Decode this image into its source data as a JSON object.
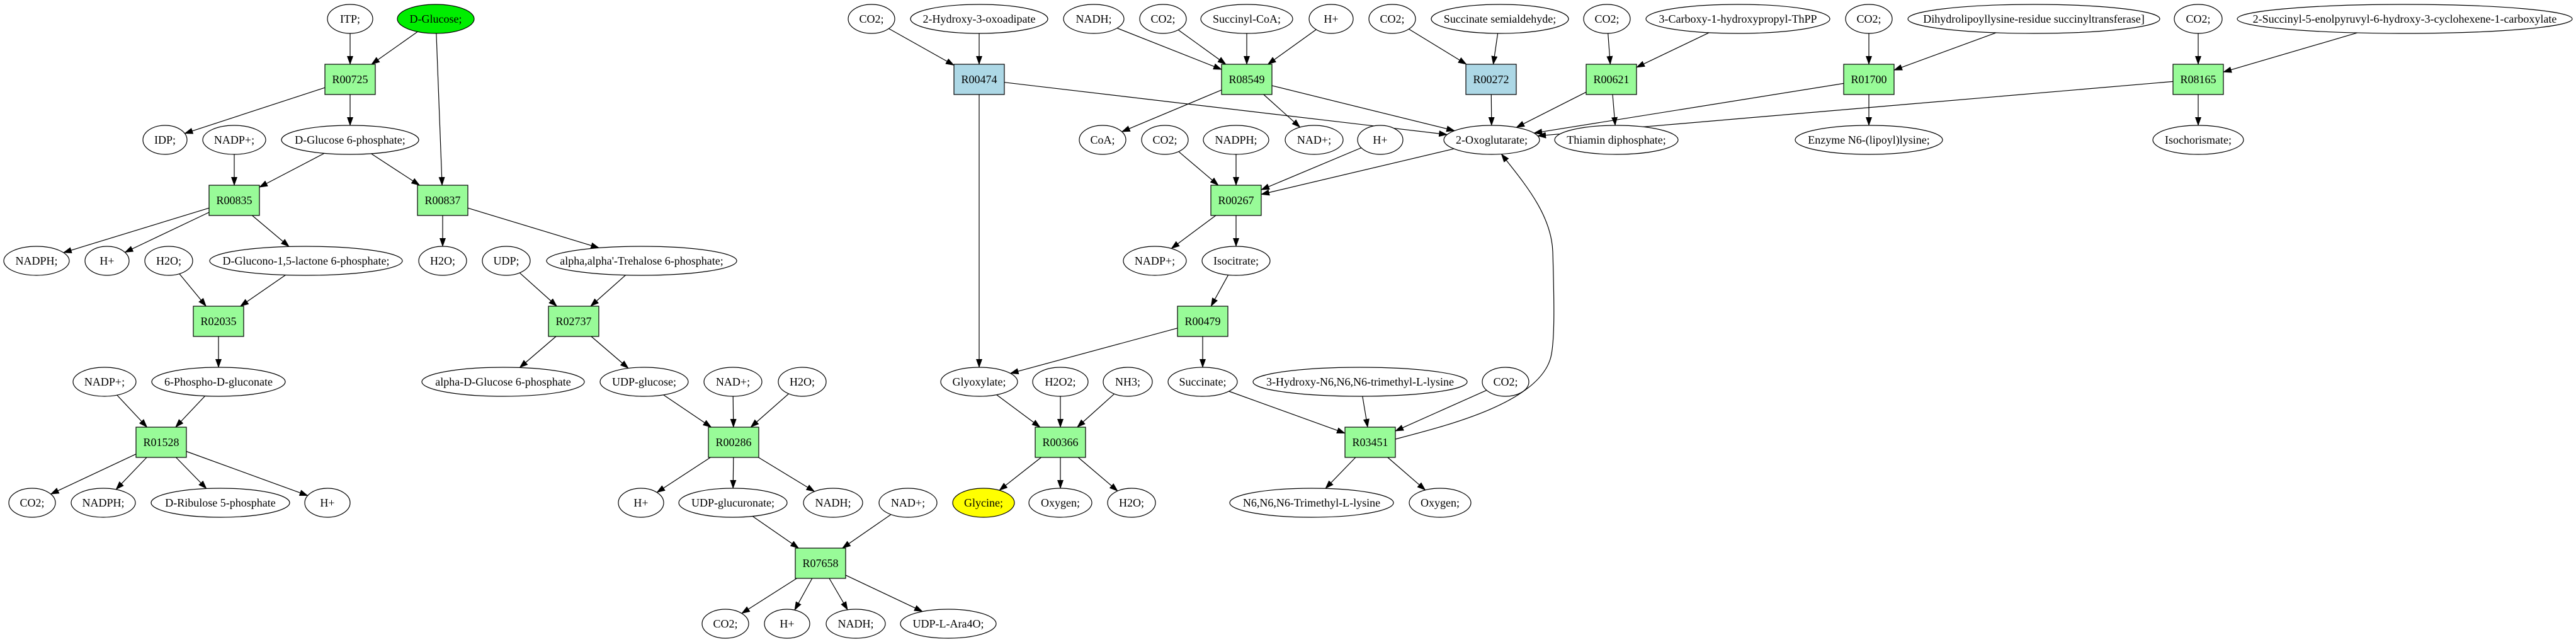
{
  "graph": {
    "type": "metabolic-reaction-network",
    "colors": {
      "reaction_default": "#98fb98",
      "reaction_highlight": "#add8e6",
      "compound_default": "#ffffff",
      "compound_source": "#00ee00",
      "compound_target": "#ffff00",
      "stroke": "#000000"
    },
    "nodes": [
      {
        "id": "c_itp",
        "label": "ITP;",
        "kind": "compound"
      },
      {
        "id": "c_dglucose",
        "label": "D-Glucose;",
        "kind": "compound",
        "role": "source"
      },
      {
        "id": "r_R00725",
        "label": "R00725",
        "kind": "reaction"
      },
      {
        "id": "c_idp",
        "label": "IDP;",
        "kind": "compound"
      },
      {
        "id": "c_nadp_1",
        "label": "NADP+;",
        "kind": "compound"
      },
      {
        "id": "c_g6p",
        "label": "D-Glucose 6-phosphate;",
        "kind": "compound"
      },
      {
        "id": "r_R00835",
        "label": "R00835",
        "kind": "reaction"
      },
      {
        "id": "r_R00837",
        "label": "R00837",
        "kind": "reaction"
      },
      {
        "id": "c_nadph_1",
        "label": "NADPH;",
        "kind": "compound"
      },
      {
        "id": "c_h_1",
        "label": "H+",
        "kind": "compound"
      },
      {
        "id": "c_h2o_1",
        "label": "H2O;",
        "kind": "compound"
      },
      {
        "id": "c_glucono",
        "label": "D-Glucono-1,5-lactone 6-phosphate;",
        "kind": "compound"
      },
      {
        "id": "c_h2o_2",
        "label": "H2O;",
        "kind": "compound"
      },
      {
        "id": "c_udp",
        "label": "UDP;",
        "kind": "compound"
      },
      {
        "id": "c_trehalose6p",
        "label": "alpha,alpha'-Trehalose 6-phosphate;",
        "kind": "compound"
      },
      {
        "id": "r_R02035",
        "label": "R02035",
        "kind": "reaction"
      },
      {
        "id": "r_R02737",
        "label": "R02737",
        "kind": "reaction"
      },
      {
        "id": "c_nadp_2",
        "label": "NADP+;",
        "kind": "compound"
      },
      {
        "id": "c_6pg",
        "label": "6-Phospho-D-gluconate",
        "kind": "compound"
      },
      {
        "id": "c_ag6p",
        "label": "alpha-D-Glucose 6-phosphate",
        "kind": "compound"
      },
      {
        "id": "c_udpglucose",
        "label": "UDP-glucose;",
        "kind": "compound"
      },
      {
        "id": "c_nad_1",
        "label": "NAD+;",
        "kind": "compound"
      },
      {
        "id": "c_h2o_3",
        "label": "H2O;",
        "kind": "compound"
      },
      {
        "id": "r_R01528",
        "label": "R01528",
        "kind": "reaction"
      },
      {
        "id": "r_R00286",
        "label": "R00286",
        "kind": "reaction"
      },
      {
        "id": "c_co2_1",
        "label": "CO2;",
        "kind": "compound"
      },
      {
        "id": "c_nadph_2",
        "label": "NADPH;",
        "kind": "compound"
      },
      {
        "id": "c_ru5p",
        "label": "D-Ribulose 5-phosphate",
        "kind": "compound"
      },
      {
        "id": "c_h_2",
        "label": "H+",
        "kind": "compound"
      },
      {
        "id": "c_h_3",
        "label": "H+",
        "kind": "compound"
      },
      {
        "id": "c_udpglcA",
        "label": "UDP-glucuronate;",
        "kind": "compound"
      },
      {
        "id": "c_nadh_1",
        "label": "NADH;",
        "kind": "compound"
      },
      {
        "id": "c_nad_2",
        "label": "NAD+;",
        "kind": "compound"
      },
      {
        "id": "r_R07658",
        "label": "R07658",
        "kind": "reaction"
      },
      {
        "id": "c_co2_2",
        "label": "CO2;",
        "kind": "compound"
      },
      {
        "id": "c_h_4",
        "label": "H+",
        "kind": "compound"
      },
      {
        "id": "c_nadh_2",
        "label": "NADH;",
        "kind": "compound"
      },
      {
        "id": "c_udplara4o",
        "label": "UDP-L-Ara4O;",
        "kind": "compound"
      },
      {
        "id": "c_co2_3",
        "label": "CO2;",
        "kind": "compound"
      },
      {
        "id": "c_hoxoadipate",
        "label": "2-Hydroxy-3-oxoadipate",
        "kind": "compound"
      },
      {
        "id": "c_nadh_3",
        "label": "NADH;",
        "kind": "compound"
      },
      {
        "id": "c_co2_4",
        "label": "CO2;",
        "kind": "compound"
      },
      {
        "id": "c_succoa",
        "label": "Succinyl-CoA;",
        "kind": "compound"
      },
      {
        "id": "c_h_5",
        "label": "H+",
        "kind": "compound"
      },
      {
        "id": "c_co2_5",
        "label": "CO2;",
        "kind": "compound"
      },
      {
        "id": "c_ssa",
        "label": "Succinate semialdehyde;",
        "kind": "compound"
      },
      {
        "id": "c_co2_6",
        "label": "CO2;",
        "kind": "compound"
      },
      {
        "id": "c_carboxythpp",
        "label": "3-Carboxy-1-hydroxypropyl-ThPP",
        "kind": "compound"
      },
      {
        "id": "c_co2_7",
        "label": "CO2;",
        "kind": "compound"
      },
      {
        "id": "c_dihydrolipoyl",
        "label": "Dihydrolipoyllysine-residue succinyltransferase]",
        "kind": "compound"
      },
      {
        "id": "c_co2_8",
        "label": "CO2;",
        "kind": "compound"
      },
      {
        "id": "c_sephchc",
        "label": "2-Succinyl-5-enolpyruvyl-6-hydroxy-3-cyclohexene-1-carboxylate",
        "kind": "compound"
      },
      {
        "id": "r_R00474",
        "label": "R00474",
        "kind": "reaction",
        "role": "highlight"
      },
      {
        "id": "r_R08549",
        "label": "R08549",
        "kind": "reaction"
      },
      {
        "id": "r_R00272",
        "label": "R00272",
        "kind": "reaction",
        "role": "highlight"
      },
      {
        "id": "r_R00621",
        "label": "R00621",
        "kind": "reaction"
      },
      {
        "id": "r_R01700",
        "label": "R01700",
        "kind": "reaction"
      },
      {
        "id": "r_R08165",
        "label": "R08165",
        "kind": "reaction"
      },
      {
        "id": "c_coa",
        "label": "CoA;",
        "kind": "compound"
      },
      {
        "id": "c_co2_9",
        "label": "CO2;",
        "kind": "compound"
      },
      {
        "id": "c_nadph_3",
        "label": "NADPH;",
        "kind": "compound"
      },
      {
        "id": "c_nad_3",
        "label": "NAD+;",
        "kind": "compound"
      },
      {
        "id": "c_h_6",
        "label": "H+",
        "kind": "compound"
      },
      {
        "id": "c_2og",
        "label": "2-Oxoglutarate;",
        "kind": "compound"
      },
      {
        "id": "c_thiamin",
        "label": "Thiamin diphosphate;",
        "kind": "compound"
      },
      {
        "id": "c_enzlipoyl",
        "label": "Enzyme N6-(lipoyl)lysine;",
        "kind": "compound"
      },
      {
        "id": "c_isochorismate",
        "label": "Isochorismate;",
        "kind": "compound"
      },
      {
        "id": "r_R00267",
        "label": "R00267",
        "kind": "reaction"
      },
      {
        "id": "c_nadp_3",
        "label": "NADP+;",
        "kind": "compound"
      },
      {
        "id": "c_isocitrate",
        "label": "Isocitrate;",
        "kind": "compound"
      },
      {
        "id": "r_R00479",
        "label": "R00479",
        "kind": "reaction"
      },
      {
        "id": "c_glyoxylate",
        "label": "Glyoxylate;",
        "kind": "compound"
      },
      {
        "id": "c_h2o2",
        "label": "H2O2;",
        "kind": "compound"
      },
      {
        "id": "c_nh3",
        "label": "NH3;",
        "kind": "compound"
      },
      {
        "id": "c_succinate",
        "label": "Succinate;",
        "kind": "compound"
      },
      {
        "id": "c_hydroxytml",
        "label": "3-Hydroxy-N6,N6,N6-trimethyl-L-lysine",
        "kind": "compound"
      },
      {
        "id": "c_co2_10",
        "label": "CO2;",
        "kind": "compound"
      },
      {
        "id": "r_R00366",
        "label": "R00366",
        "kind": "reaction"
      },
      {
        "id": "r_R03451",
        "label": "R03451",
        "kind": "reaction"
      },
      {
        "id": "c_glycine",
        "label": "Glycine;",
        "kind": "compound",
        "role": "target"
      },
      {
        "id": "c_oxygen_1",
        "label": "Oxygen;",
        "kind": "compound"
      },
      {
        "id": "c_h2o_4",
        "label": "H2O;",
        "kind": "compound"
      },
      {
        "id": "c_tml",
        "label": "N6,N6,N6-Trimethyl-L-lysine",
        "kind": "compound"
      },
      {
        "id": "c_oxygen_2",
        "label": "Oxygen;",
        "kind": "compound"
      }
    ],
    "edges": [
      [
        "c_itp",
        "r_R00725"
      ],
      [
        "c_dglucose",
        "r_R00725"
      ],
      [
        "c_dglucose",
        "r_R00837"
      ],
      [
        "r_R00725",
        "c_idp"
      ],
      [
        "r_R00725",
        "c_g6p"
      ],
      [
        "c_nadp_1",
        "r_R00835"
      ],
      [
        "c_g6p",
        "r_R00835"
      ],
      [
        "c_g6p",
        "r_R00837"
      ],
      [
        "r_R00835",
        "c_nadph_1"
      ],
      [
        "r_R00835",
        "c_h_1"
      ],
      [
        "r_R00835",
        "c_glucono"
      ],
      [
        "r_R00837",
        "c_h2o_2"
      ],
      [
        "r_R00837",
        "c_trehalose6p"
      ],
      [
        "c_h2o_1",
        "r_R02035"
      ],
      [
        "c_glucono",
        "r_R02035"
      ],
      [
        "r_R02035",
        "c_6pg"
      ],
      [
        "c_udp",
        "r_R02737"
      ],
      [
        "c_trehalose6p",
        "r_R02737"
      ],
      [
        "r_R02737",
        "c_ag6p"
      ],
      [
        "r_R02737",
        "c_udpglucose"
      ],
      [
        "c_nadp_2",
        "r_R01528"
      ],
      [
        "c_6pg",
        "r_R01528"
      ],
      [
        "r_R01528",
        "c_co2_1"
      ],
      [
        "r_R01528",
        "c_nadph_2"
      ],
      [
        "r_R01528",
        "c_ru5p"
      ],
      [
        "r_R01528",
        "c_h_2"
      ],
      [
        "c_udpglucose",
        "r_R00286"
      ],
      [
        "c_nad_1",
        "r_R00286"
      ],
      [
        "c_h2o_3",
        "r_R00286"
      ],
      [
        "r_R00286",
        "c_h_3"
      ],
      [
        "r_R00286",
        "c_udpglcA"
      ],
      [
        "r_R00286",
        "c_nadh_1"
      ],
      [
        "c_udpglcA",
        "r_R07658"
      ],
      [
        "c_nad_2",
        "r_R07658"
      ],
      [
        "r_R07658",
        "c_co2_2"
      ],
      [
        "r_R07658",
        "c_h_4"
      ],
      [
        "r_R07658",
        "c_nadh_2"
      ],
      [
        "r_R07658",
        "c_udplara4o"
      ],
      [
        "c_co2_3",
        "r_R00474"
      ],
      [
        "c_hoxoadipate",
        "r_R00474"
      ],
      [
        "r_R00474",
        "c_2og"
      ],
      [
        "r_R00474",
        "c_glyoxylate"
      ],
      [
        "c_nadh_3",
        "r_R08549"
      ],
      [
        "c_co2_4",
        "r_R08549"
      ],
      [
        "c_succoa",
        "r_R08549"
      ],
      [
        "c_h_5",
        "r_R08549"
      ],
      [
        "r_R08549",
        "c_coa"
      ],
      [
        "r_R08549",
        "c_nad_3"
      ],
      [
        "r_R08549",
        "c_2og"
      ],
      [
        "c_co2_5",
        "r_R00272"
      ],
      [
        "c_ssa",
        "r_R00272"
      ],
      [
        "r_R00272",
        "c_2og"
      ],
      [
        "c_co2_6",
        "r_R00621"
      ],
      [
        "c_carboxythpp",
        "r_R00621"
      ],
      [
        "r_R00621",
        "c_2og"
      ],
      [
        "r_R00621",
        "c_thiamin"
      ],
      [
        "c_co2_7",
        "r_R01700"
      ],
      [
        "c_dihydrolipoyl",
        "r_R01700"
      ],
      [
        "r_R01700",
        "c_2og"
      ],
      [
        "r_R01700",
        "c_enzlipoyl"
      ],
      [
        "c_co2_8",
        "r_R08165"
      ],
      [
        "c_sephchc",
        "r_R08165"
      ],
      [
        "r_R08165",
        "c_2og"
      ],
      [
        "r_R08165",
        "c_isochorismate"
      ],
      [
        "c_co2_9",
        "r_R00267"
      ],
      [
        "c_nadph_3",
        "r_R00267"
      ],
      [
        "c_h_6",
        "r_R00267"
      ],
      [
        "c_2og",
        "r_R00267"
      ],
      [
        "r_R00267",
        "c_nadp_3"
      ],
      [
        "r_R00267",
        "c_isocitrate"
      ],
      [
        "c_isocitrate",
        "r_R00479"
      ],
      [
        "r_R00479",
        "c_glyoxylate"
      ],
      [
        "r_R00479",
        "c_succinate"
      ],
      [
        "c_glyoxylate",
        "r_R00366"
      ],
      [
        "c_h2o2",
        "r_R00366"
      ],
      [
        "c_nh3",
        "r_R00366"
      ],
      [
        "r_R00366",
        "c_glycine"
      ],
      [
        "r_R00366",
        "c_oxygen_1"
      ],
      [
        "r_R00366",
        "c_h2o_4"
      ],
      [
        "c_succinate",
        "r_R03451"
      ],
      [
        "c_hydroxytml",
        "r_R03451"
      ],
      [
        "c_co2_10",
        "r_R03451"
      ],
      [
        "r_R03451",
        "c_tml"
      ],
      [
        "r_R03451",
        "c_oxygen_2"
      ],
      [
        "r_R03451",
        "c_2og"
      ]
    ]
  }
}
